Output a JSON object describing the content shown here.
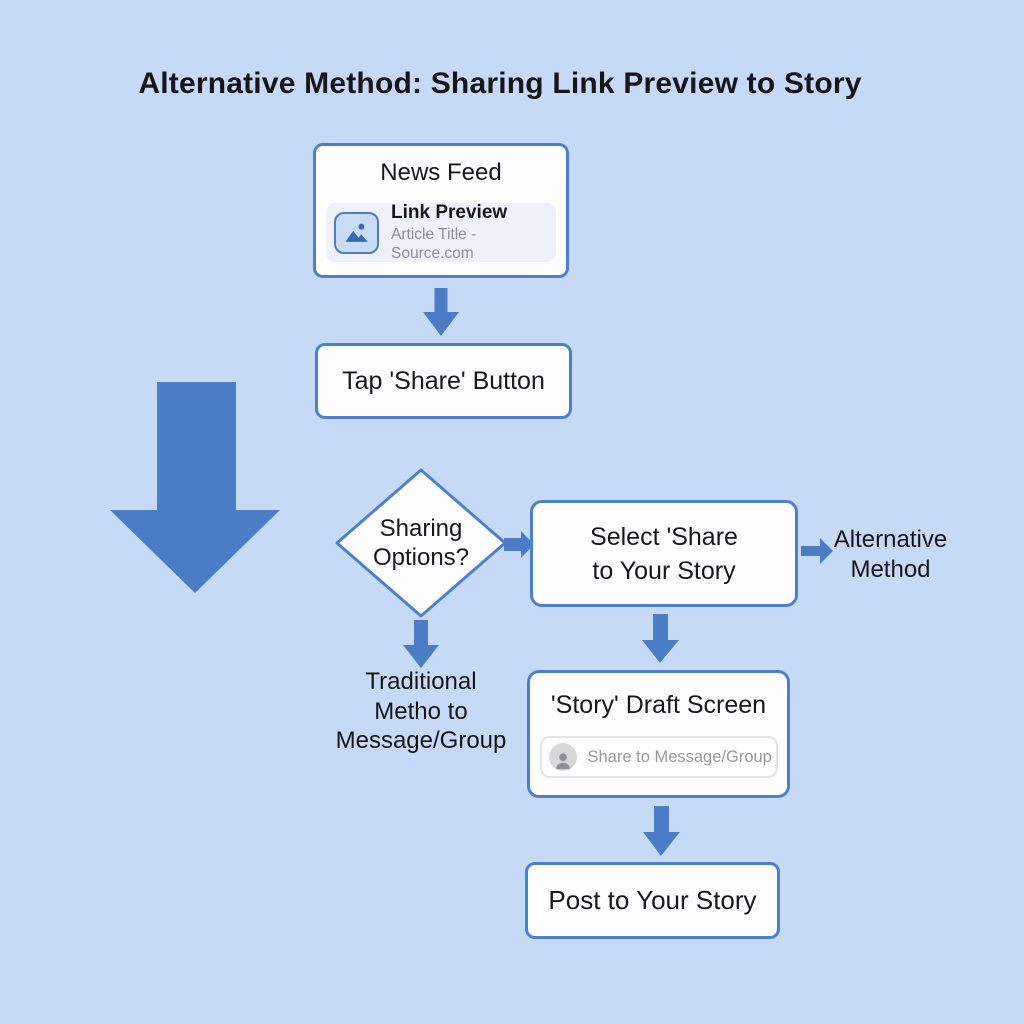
{
  "title": "Alternative Method: Sharing Link Preview to Story",
  "colors": {
    "background": "#c6d9f7",
    "arrow": "#4b7cc6",
    "box_border": "#4b80d1",
    "box_fill": "#fdfdfe",
    "muted_text": "#8a8f98"
  },
  "nodes": {
    "news_feed": {
      "title": "News Feed",
      "link_preview": {
        "icon": "image-icon",
        "title": "Link Preview",
        "subtitle": "Article Title - Source.com"
      }
    },
    "tap_share": {
      "label": "Tap 'Share' Button"
    },
    "decision": {
      "line1": "Sharing",
      "line2": "Options?"
    },
    "select_share": {
      "line1": "Select 'Share",
      "line2": "to Your Story"
    },
    "alternative_method": {
      "line1": "Alternative",
      "line2": "Method"
    },
    "traditional": {
      "line1": "Traditional",
      "line2": "Metho to",
      "line3": "Message/Group"
    },
    "story_draft": {
      "title": "'Story' Draft Screen",
      "input": {
        "icon": "person-icon",
        "placeholder": "Share to Message/Group"
      }
    },
    "post_story": {
      "label": "Post to Your Story"
    }
  }
}
